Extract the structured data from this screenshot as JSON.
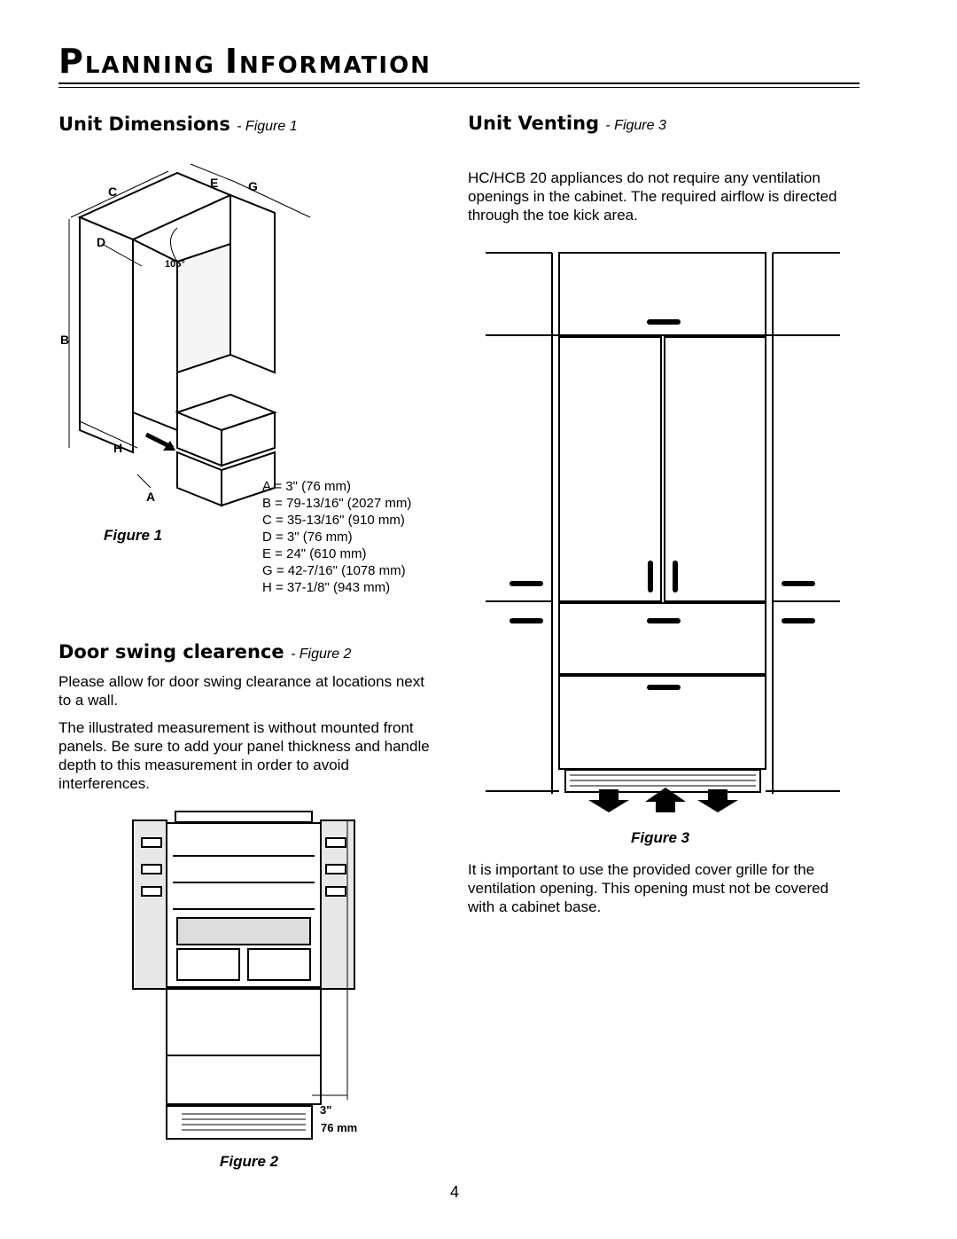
{
  "title": {
    "first_cap": "P",
    "first_rest": "LANNING",
    "second_cap": "I",
    "second_rest": "NFORMATION"
  },
  "unit_dimensions": {
    "heading": "Unit Dimensions",
    "heading_fig": "- Figure 1",
    "caption": "Figure 1",
    "labels": {
      "a": "A",
      "b": "B",
      "c": "C",
      "d": "D",
      "e": "E",
      "g": "G",
      "h": "H",
      "angle": "105°"
    },
    "dims": [
      "A = 3\" (76 mm)",
      "B = 79-13/16\" (2027 mm)",
      "C = 35-13/16\" (910 mm)",
      "D = 3\" (76 mm)",
      "E = 24\" (610 mm)",
      "G = 42-7/16\" (1078 mm)",
      "H = 37-1/8\" (943 mm)"
    ]
  },
  "door_swing": {
    "heading": "Door swing clearence",
    "heading_fig": "- Figure 2",
    "para1": "Please allow for door swing clearance at locations next to a wall.",
    "para2": "The illustrated measurement is without mounted front panels. Be sure to add your panel thickness and handle depth to this measurement in order to avoid interferences.",
    "caption": "Figure 2",
    "measure_in": "3\"",
    "measure_mm": "76 mm"
  },
  "unit_venting": {
    "heading": "Unit Venting",
    "heading_fig": "- Figure 3",
    "para1": "HC/HCB 20 appliances do not require any ventilation openings in the cabinet. The required airflow is directed through the toe kick area.",
    "caption": "Figure 3",
    "para2": "It is important to use the provided cover grille for the ventilation opening. This opening must not be covered with a cabinet base."
  },
  "page_number": "4"
}
